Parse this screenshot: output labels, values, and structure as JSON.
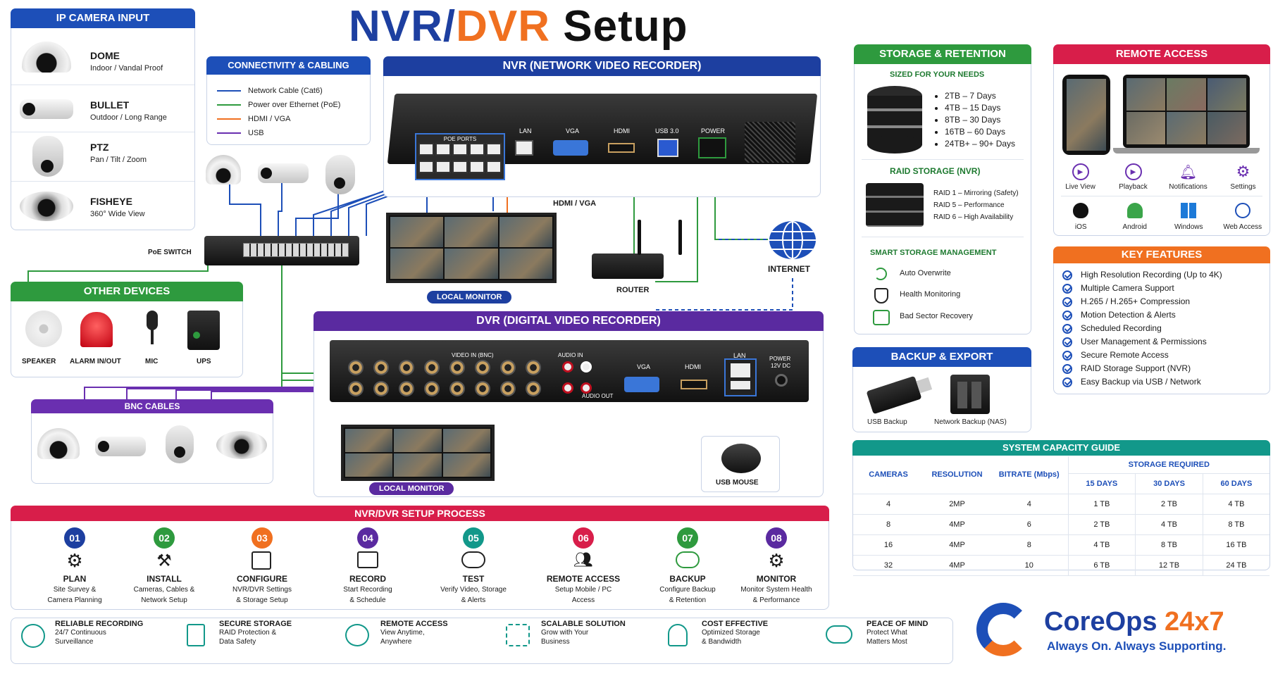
{
  "title": {
    "part1": "NVR/",
    "part2": "DVR",
    "part3": " Setup"
  },
  "ip_camera": {
    "header": "IP CAMERA INPUT",
    "items": [
      {
        "name": "DOME",
        "desc": "Indoor / Vandal Proof"
      },
      {
        "name": "BULLET",
        "desc": "Outdoor / Long Range"
      },
      {
        "name": "PTZ",
        "desc": "Pan / Tilt / Zoom"
      },
      {
        "name": "FISHEYE",
        "desc": "360° Wide View"
      }
    ]
  },
  "cabling": {
    "header": "CONNECTIVITY & CABLING",
    "items": [
      {
        "label": "Network Cable (Cat6)",
        "color": "#1d4fb8"
      },
      {
        "label": "Power over Ethernet (PoE)",
        "color": "#2e9a3e"
      },
      {
        "label": "HDMI / VGA",
        "color": "#f07020"
      },
      {
        "label": "USB",
        "color": "#6a2fb0"
      }
    ]
  },
  "nvr": {
    "header": "NVR (NETWORK VIDEO RECORDER)",
    "ports": [
      "POE PORTS",
      "LAN",
      "VGA",
      "HDMI",
      "USB 3.0",
      "POWER"
    ],
    "hdmi_vga": "HDMI / VGA",
    "local_monitor": "LOCAL MONITOR",
    "router": "ROUTER",
    "internet": "INTERNET",
    "poe_switch": "PoE SWITCH"
  },
  "other_devices": {
    "header": "OTHER DEVICES",
    "items": [
      "SPEAKER",
      "ALARM IN/OUT",
      "MIC",
      "UPS"
    ]
  },
  "dvr": {
    "header": "DVR (DIGITAL VIDEO RECORDER)",
    "ports": [
      "VIDEO IN (BNC)",
      "AUDIO IN",
      "AUDIO OUT",
      "VGA",
      "HDMI",
      "LAN",
      "POWER",
      "12V DC"
    ],
    "local_monitor": "LOCAL MONITOR",
    "usb_mouse": "USB MOUSE"
  },
  "bnc": {
    "header": "BNC CABLES"
  },
  "storage": {
    "header": "STORAGE & RETENTION",
    "sized": "SIZED FOR YOUR NEEDS",
    "items": [
      "2TB – 7 Days",
      "4TB – 15 Days",
      "8TB – 30 Days",
      "16TB – 60 Days",
      "24TB+ – 90+ Days"
    ],
    "raid_title": "RAID STORAGE (NVR)",
    "raid": [
      "RAID 1 – Mirroring (Safety)",
      "RAID 5 – Performance",
      "RAID 6 – High Availability"
    ],
    "smart_title": "SMART STORAGE MANAGEMENT",
    "smart": [
      "Auto Overwrite",
      "Health Monitoring",
      "Bad Sector Recovery"
    ]
  },
  "backup": {
    "header": "BACKUP & EXPORT",
    "items": [
      "USB Backup",
      "Network Backup (NAS)"
    ]
  },
  "remote": {
    "header": "REMOTE ACCESS",
    "row1": [
      "Live View",
      "Playback",
      "Notifications",
      "Settings"
    ],
    "row2": [
      "iOS",
      "Android",
      "Windows",
      "Web Access"
    ]
  },
  "features": {
    "header": "KEY FEATURES",
    "items": [
      "High Resolution Recording (Up to 4K)",
      "Multiple Camera Support",
      "H.265 / H.265+ Compression",
      "Motion Detection & Alerts",
      "Scheduled Recording",
      "User Management & Permissions",
      "Secure Remote Access",
      "RAID Storage Support (NVR)",
      "Easy Backup via USB / Network"
    ]
  },
  "capacity": {
    "header": "SYSTEM CAPACITY GUIDE",
    "cols": [
      "CAMERAS",
      "RESOLUTION",
      "BITRATE (Mbps)"
    ],
    "storage_required": "STORAGE REQUIRED",
    "days": [
      "15 DAYS",
      "30 DAYS",
      "60 DAYS"
    ],
    "rows": [
      [
        "4",
        "2MP",
        "4",
        "1 TB",
        "2 TB",
        "4 TB"
      ],
      [
        "8",
        "4MP",
        "6",
        "2 TB",
        "4 TB",
        "8 TB"
      ],
      [
        "16",
        "4MP",
        "8",
        "4 TB",
        "8 TB",
        "16 TB"
      ],
      [
        "32",
        "4MP",
        "10",
        "6 TB",
        "12 TB",
        "24 TB"
      ]
    ]
  },
  "process": {
    "header": "NVR/DVR SETUP PROCESS",
    "steps": [
      {
        "n": "01",
        "t": "PLAN",
        "s1": "Site Survey &",
        "s2": "Camera Planning",
        "c": "#1d3fa0"
      },
      {
        "n": "02",
        "t": "INSTALL",
        "s1": "Cameras, Cables &",
        "s2": "Network Setup",
        "c": "#2e9a3e"
      },
      {
        "n": "03",
        "t": "CONFIGURE",
        "s1": "NVR/DVR Settings",
        "s2": "& Storage Setup",
        "c": "#f07020"
      },
      {
        "n": "04",
        "t": "RECORD",
        "s1": "Start Recording",
        "s2": "& Schedule",
        "c": "#5a2aa0"
      },
      {
        "n": "05",
        "t": "TEST",
        "s1": "Verify Video, Storage",
        "s2": "& Alerts",
        "c": "#12988a"
      },
      {
        "n": "06",
        "t": "REMOTE ACCESS",
        "s1": "Setup Mobile / PC",
        "s2": "Access",
        "c": "#d81e4a"
      },
      {
        "n": "07",
        "t": "BACKUP",
        "s1": "Configure Backup",
        "s2": "& Retention",
        "c": "#2e9a3e"
      },
      {
        "n": "08",
        "t": "MONITOR",
        "s1": "Monitor System Health",
        "s2": "& Performance",
        "c": "#5a2aa0"
      }
    ]
  },
  "footer": [
    {
      "t": "RELIABLE RECORDING",
      "s1": "24/7 Continuous",
      "s2": "Surveillance"
    },
    {
      "t": "SECURE STORAGE",
      "s1": "RAID Protection &",
      "s2": "Data Safety"
    },
    {
      "t": "REMOTE ACCESS",
      "s1": "View Anytime,",
      "s2": "Anywhere"
    },
    {
      "t": "SCALABLE SOLUTION",
      "s1": "Grow with Your",
      "s2": "Business"
    },
    {
      "t": "COST EFFECTIVE",
      "s1": "Optimized Storage",
      "s2": "& Bandwidth"
    },
    {
      "t": "PEACE OF MIND",
      "s1": "Protect What",
      "s2": "Matters Most"
    }
  ],
  "brand": {
    "name1": "CoreOps ",
    "name2": "24x7",
    "tagline": "Always On. Always Supporting."
  },
  "colors": {
    "blue": "#1d4fb8",
    "green": "#2e9a3e",
    "orange": "#f07020",
    "purple": "#6a2fb0",
    "red": "#d81e4a",
    "teal": "#12988a",
    "navy": "#1d3fa0"
  }
}
